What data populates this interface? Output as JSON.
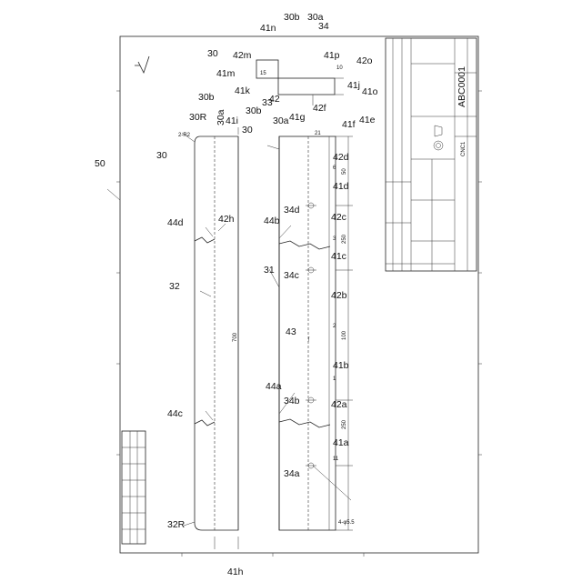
{
  "drawing_number": "ABC0001",
  "title_block_small": "CNC1",
  "labels": {
    "fig": "50",
    "l30_left": "30",
    "l30R": "30R",
    "l30a_left": "30a",
    "l30b_left": "30b",
    "l41i": "41i",
    "l44d": "44d",
    "l42h": "42h",
    "l32": "32",
    "l44c": "44c",
    "l32R": "32R",
    "l41h": "41h",
    "l30_mid": "30",
    "l30b_mid": "30b",
    "l30a_mid": "30a",
    "l42": "42",
    "l41g": "41g",
    "l42f": "42f",
    "l41f": "41f",
    "l41e": "41e",
    "l42d": "42d",
    "l41d": "41d",
    "l44b": "44b",
    "l34d": "34d",
    "l42c": "42c",
    "l41c": "41c",
    "l31": "31",
    "l34c": "34c",
    "l42b": "42b",
    "l43": "43",
    "l44a": "44a",
    "l41b": "41b",
    "l34b": "34b",
    "l42a": "42a",
    "l41a": "41a",
    "l34a": "34a",
    "l41n": "41n",
    "l30b_top": "30b",
    "l30a_top": "30a",
    "l34_top": "34",
    "l30_top": "30",
    "l42m": "42m",
    "l41m": "41m",
    "l41k": "41k",
    "l33": "33",
    "l41p": "41p",
    "l42o": "42o",
    "l41j": "41j",
    "l41o": "41o"
  },
  "dims": {
    "d700": "700",
    "d100": "100",
    "d250a": "250",
    "d250b": "250",
    "d50": "50",
    "d15": "15",
    "d21": "21",
    "d10": "10",
    "holes": "4-φ5.5",
    "r_note": "2-R2"
  },
  "stubs": {
    "s6": "6",
    "s2": "2",
    "s1": "1",
    "s3": "3",
    "s11": "11"
  }
}
